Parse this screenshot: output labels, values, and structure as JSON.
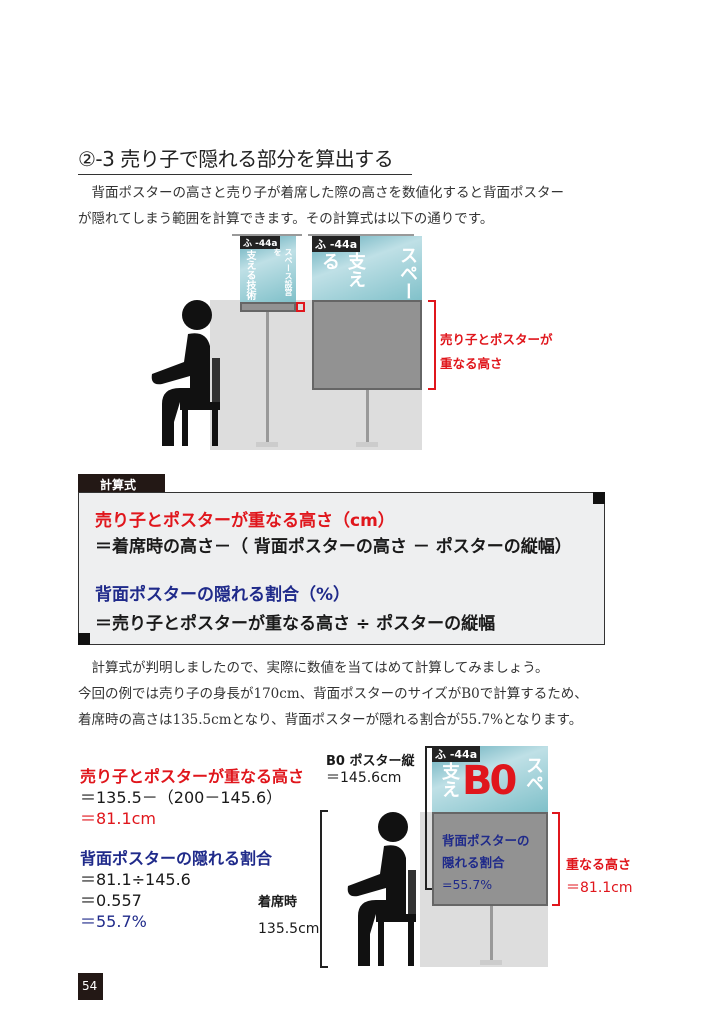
{
  "section": {
    "title": "②-3 売り子で隠れる部分を算出する"
  },
  "intro": {
    "lines": [
      "　背面ポスターの高さと売り子が着席した際の高さを数値化すると背面ポスター",
      "が隠れてしまう範囲を計算できます。その計算式は以下の通りです。"
    ]
  },
  "figure1": {
    "poster_tag": "ふ -44a",
    "poster_text_left": "支える技術",
    "poster_text_right": "スペース設営を",
    "big_poster_text_left": "支える",
    "big_poster_text_right": "スペー",
    "label_line1": "売り子とポスターが",
    "label_line2": "重なる高さ"
  },
  "formula": {
    "label": "計算式",
    "line1": "売り子とポスターが重なる高さ（cm）",
    "line2": "＝着席時の高さ－（ 背面ポスターの高さ － ポスターの縦幅）",
    "line3": "背面ポスターの隠れる割合（%）",
    "line4": "＝売り子とポスターが重なる高さ ÷ ポスターの縦幅"
  },
  "example": {
    "lines": [
      "　計算式が判明しましたので、実際に数値を当てはめて計算してみましょう。",
      "今回の例では売り子の身長が170cm、背面ポスターのサイズがB0で計算するため、",
      "着席時の高さは135.5cmとなり、背面ポスターが隠れる割合が55.7%となります。"
    ]
  },
  "calc": {
    "h_title": "売り子とポスターが重なる高さ",
    "h_expr": "＝135.5－（200－145.6）",
    "h_result": "＝81.1cm",
    "r_title": "背面ポスターの隠れる割合",
    "r_expr1": "＝81.1÷145.6",
    "r_expr2": "＝0.557",
    "r_result": "＝55.7%"
  },
  "figure2": {
    "poster_label_1": "B0 ポスター縦",
    "poster_label_2": "＝145.6cm",
    "seated_1": "着席時",
    "seated_2": "135.5cm",
    "b0": "B0",
    "poster_tag": "ふ -44a",
    "poster_text_left": "支え",
    "poster_text_right": "スペ",
    "overlay_1": "背面ポスターの",
    "overlay_2": "隠れる割合",
    "overlay_3": "=55.7%",
    "overlap_1": "重なる高さ",
    "overlap_2": "＝81.1cm"
  },
  "page_number": "54",
  "colors": {
    "red": "#e0161c",
    "blue": "#1f2a8a"
  }
}
